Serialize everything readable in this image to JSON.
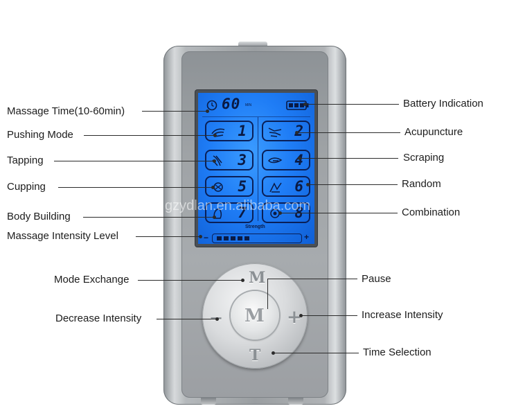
{
  "labels_left": {
    "massage_time": "Massage Time(10-60min)",
    "pushing_mode": "Pushing Mode",
    "tapping": "Tapping",
    "cupping": "Cupping",
    "body_building": "Body Building",
    "intensity_level": "Massage Intensity Level",
    "mode_exchange": "Mode Exchange",
    "decrease_intensity": "Decrease Intensity"
  },
  "labels_right": {
    "battery": "Battery Indication",
    "acupuncture": "Acupuncture",
    "scraping": "Scraping",
    "random": "Random",
    "combination": "Combination",
    "pause": "Pause",
    "increase_intensity": "Increase Intensity",
    "time_selection": "Time Selection"
  },
  "display": {
    "time_value": "60",
    "time_unit": "MIN",
    "strength_label": "Strength",
    "minus": "−",
    "plus": "+",
    "intensity_segments_on": 5,
    "modes": [
      "1",
      "2",
      "3",
      "4",
      "5",
      "6",
      "7",
      "8"
    ]
  },
  "buttons": {
    "mode": "M",
    "center": "M",
    "decrease": "−",
    "increase": "+",
    "time": "T"
  },
  "watermark": "gzydlan.en.alibaba.com",
  "colors": {
    "lcd_blue": "#1f7df6",
    "lcd_text": "#0a1a44",
    "device_silver": "#a7abae"
  }
}
